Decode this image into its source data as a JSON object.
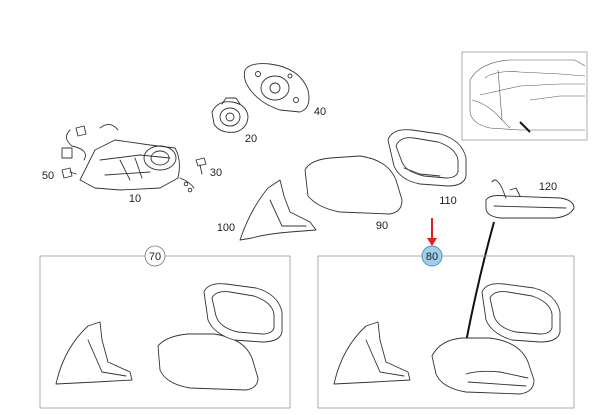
{
  "callouts": {
    "c10": "10",
    "c20": "20",
    "c30": "30",
    "c40": "40",
    "c50": "50",
    "c70": "70",
    "c80": "80",
    "c90": "90",
    "c100": "100",
    "c110": "110",
    "c120": "120"
  },
  "colors": {
    "arrow": "#e02020",
    "highlight_circle": "#9ecfe8",
    "line": "#333333",
    "frame": "#999999"
  }
}
